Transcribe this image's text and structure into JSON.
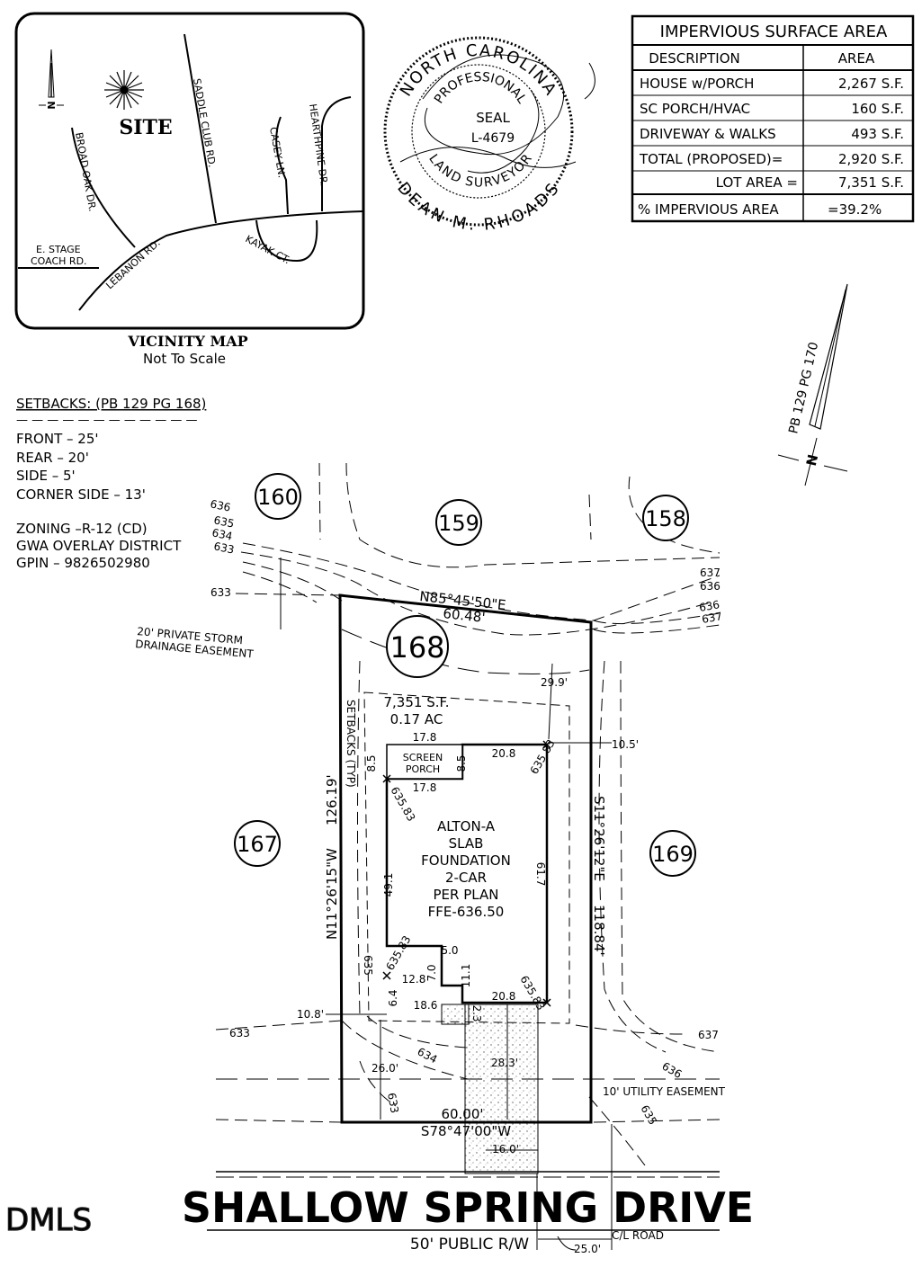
{
  "vicinity_map": {
    "site_label": "SITE",
    "title": "VICINITY MAP",
    "subtitle": "Not To Scale",
    "north_label": "N",
    "roads": {
      "broad_oak": "BROAD OAK DR.",
      "saddle_club": "SADDLE CLUB RD.",
      "casey": "CASEY LN.",
      "hearthpine": "HEARTHPINE DR.",
      "e_stage_1": "E. STAGE",
      "e_stage_2": "COACH RD.",
      "lebanon": "LEBANON RD.",
      "kayak": "KAYAK CT."
    }
  },
  "seal": {
    "outer_top": "NORTH CAROLINA",
    "outer_bottom": "DEAN M. RHOADS",
    "inner_top": "PROFESSIONAL",
    "inner_bottom": "LAND SURVEYOR",
    "center": "SEAL",
    "license": "L-4679"
  },
  "impervious_table": {
    "title": "IMPERVIOUS SURFACE AREA",
    "headers": [
      "DESCRIPTION",
      "AREA"
    ],
    "rows": [
      [
        "HOUSE w/PORCH",
        "2,267 S.F."
      ],
      [
        "SC PORCH/HVAC",
        "160 S.F."
      ],
      [
        "DRIVEWAY & WALKS",
        "493 S.F."
      ],
      [
        "TOTAL (PROPOSED)=",
        "2,920 S.F."
      ],
      [
        "LOT AREA =",
        "7,351 S.F."
      ],
      [
        "% IMPERVIOUS AREA",
        "=39.2%"
      ]
    ]
  },
  "plat_north": {
    "ref": "PB 129 PG 170",
    "north_label": "N"
  },
  "notes": {
    "setbacks_title": "SETBACKS: (PB 129 PG 168)",
    "dashes": "— — — — — — — — — — — —",
    "front": "FRONT – 25'",
    "rear": "REAR – 20'",
    "side": "SIDE – 5'",
    "corner": "CORNER SIDE – 13'",
    "zoning": "ZONING –R-12 (CD)",
    "overlay": "GWA OVERLAY DISTRICT",
    "gpin": "GPIN – 9826502980"
  },
  "lots": {
    "l160": "160",
    "l159": "159",
    "l158": "158",
    "l168": "168",
    "l167": "167",
    "l169": "169"
  },
  "contours": {
    "c636": "636",
    "c635": "635",
    "c634": "634",
    "c633": "633",
    "c633b": "633",
    "c637r": "637",
    "c636r": "636",
    "c636r2": "636",
    "c637r2": "637",
    "c633l": "633",
    "c637b": "637",
    "c634b": "634",
    "c636b": "636",
    "c635b": "635",
    "c633v": "633",
    "c635v": "635"
  },
  "lot_info": {
    "area_sf": "7,351 S.F.",
    "area_ac": "0.17 AC",
    "setbacks_typ": "SETBACKS (TYP)",
    "rear_bearing": "N85°45'50\"E",
    "rear_dist": "60.48'",
    "left_bearing": "N11°26'15\"W",
    "left_dist": "126.19'",
    "right_bearing": "S11°26'12\"E",
    "right_dist": "118.84'",
    "front_bearing": "S78°47'00\"W",
    "front_dist": "60.00'",
    "easement_1": "20' PRIVATE STORM",
    "easement_2": "DRAINAGE EASEMENT",
    "utility_easement": "10' UTILITY EASEMENT"
  },
  "house": {
    "name": "ALTON-A",
    "l2": "SLAB",
    "l3": "FOUNDATION",
    "l4": "2-CAR",
    "l5": "PER PLAN",
    "ffe": "FFE-636.50",
    "porch1": "SCREEN",
    "porch2": "PORCH"
  },
  "dims": {
    "d29_9": "29.9'",
    "d10_5": "10.5'",
    "d17_8a": "17.8",
    "d17_8b": "17.8",
    "d8_5a": "8.5",
    "d8_5b": "8.5",
    "d20_8a": "20.8",
    "d20_8b": "20.8",
    "d49_1": "49.1",
    "d61_7": "61.7",
    "d5_0": "5.0",
    "d7_0": "7.0",
    "d12_8": "12.8",
    "d11_1": "11.1",
    "d6_4": "6.4",
    "d18_6": "18.6",
    "d2_3": "2.3",
    "d10_8": "10.8'",
    "d26_0": "26.0'",
    "d28_3": "28.3'",
    "d16_0": "16.0'",
    "d25_0": "25.0'",
    "sp1": "635.83",
    "sp2": "635.83",
    "sp3": "635.83",
    "sp4": "635.83"
  },
  "street": {
    "name": "SHALLOW SPRING DRIVE",
    "row": "50' PUBLIC R/W",
    "cl": "C/L ROAD"
  },
  "watermark": "DMLS"
}
